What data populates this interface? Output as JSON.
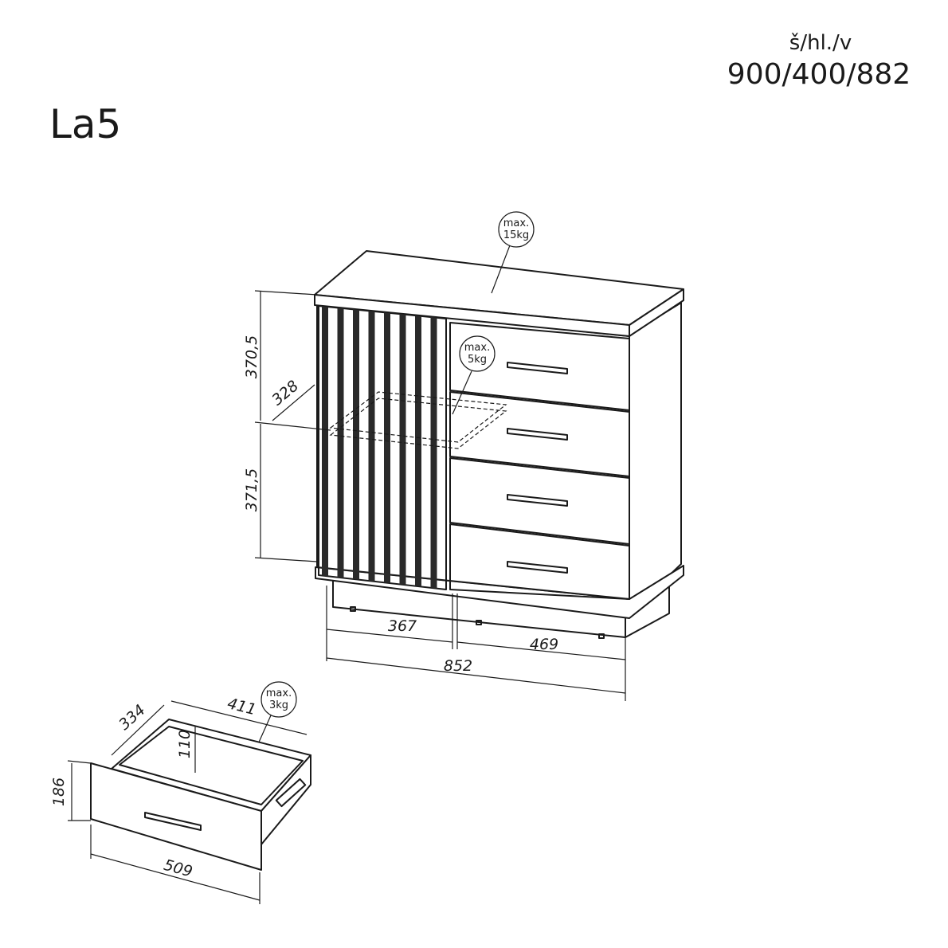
{
  "header": {
    "dims_label": "š/hl./v",
    "dims_value": "900/400/882",
    "model": "La5"
  },
  "load_labels": {
    "top": [
      "max.",
      "15kg"
    ],
    "shelf": [
      "max.",
      "5kg"
    ],
    "drawer": [
      "max.",
      "3kg"
    ]
  },
  "dimensions": {
    "upper_height": "370,5",
    "lower_height": "371,5",
    "shelf_depth": "328",
    "door_width": "367",
    "drawer_front_width": "469",
    "inner_width": "852",
    "drawer_depth": "334",
    "drawer_inner_width": "411",
    "drawer_inner_height": "110",
    "drawer_height": "186",
    "drawer_width": "509"
  }
}
